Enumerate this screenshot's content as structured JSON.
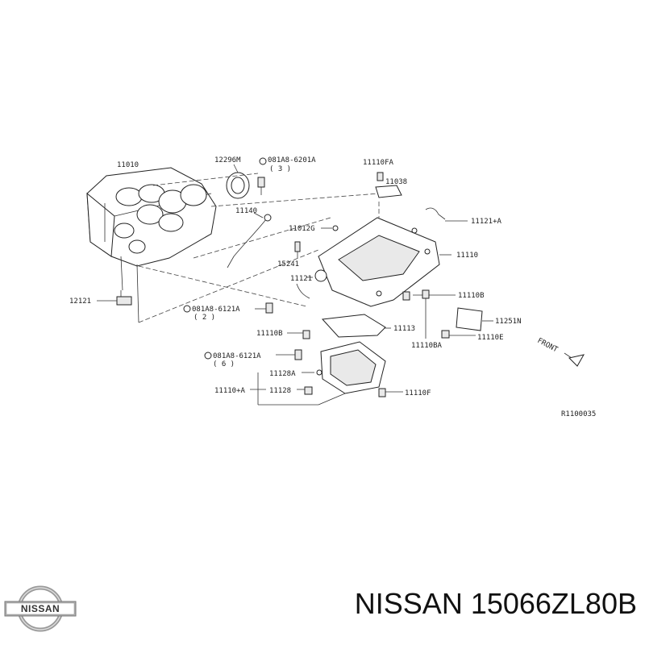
{
  "brand": "NISSAN",
  "part_number_line": "NISSAN 15066ZL80B",
  "diagram": {
    "labels": {
      "block": "11010",
      "seal": "12296M",
      "bolt_a": "081A8-6201A",
      "bolt_a_qty": "( 3 )",
      "dipstick": "11140",
      "bolt_fa": "11110FA",
      "bracket": "11038",
      "gauge": "11121+A",
      "plug_g": "11012G",
      "upper_pan": "11110",
      "item_15241": "15241",
      "item_11121": "11121",
      "bolt_b2": "11110B",
      "mount": "12121",
      "bolt_b": "081A8-6121A",
      "bolt_b_qty": "( 2 )",
      "cover": "11251N",
      "bolt_b_lower": "11110B",
      "gasket": "11113",
      "bolt_e": "11110E",
      "bolt_ba": "11110BA",
      "bolt_c": "081A8-6121A",
      "bolt_c_qty": "( 6 )",
      "washer": "11128A",
      "drain_plug": "11128",
      "drain_group": "11110+A",
      "bolt_f": "11110F",
      "front": "FRONT",
      "ref": "R1100035"
    }
  }
}
